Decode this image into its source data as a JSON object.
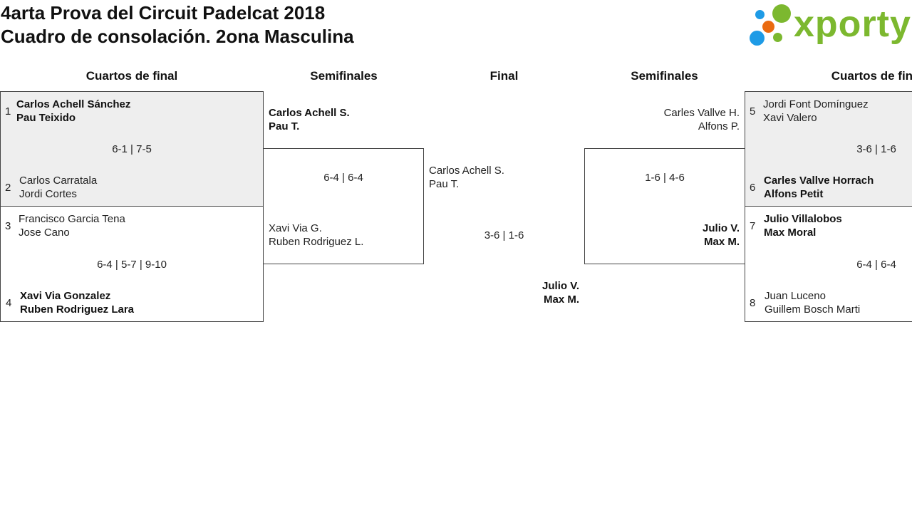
{
  "header": {
    "title_line1": "4arta Prova del Circuit Padelcat 2018",
    "title_line2": "Cuadro de consolación. 2ona Masculina"
  },
  "logo": {
    "text": "xporty",
    "colors": {
      "green": "#7cb82f",
      "blue": "#1e9be6",
      "orange": "#ea6a10"
    }
  },
  "rounds": {
    "left_quarterfinals": "Cuartos de final",
    "left_semifinals": "Semifinales",
    "final": "Final",
    "right_semifinals": "Semifinales",
    "right_quarterfinals": "Cuartos de final"
  },
  "left_quarterfinals": [
    {
      "top": {
        "seed": "1",
        "player1": "Carlos Achell Sánchez",
        "player2": "Pau Teixido"
      },
      "score": "6-1 | 7-5",
      "bottom": {
        "seed": "2",
        "player1": "Carlos Carratala",
        "player2": "Jordi Cortes"
      }
    },
    {
      "top": {
        "seed": "3",
        "player1": "Francisco Garcia Tena",
        "player2": "Jose Cano"
      },
      "score": "6-4 | 5-7 | 9-10",
      "bottom": {
        "seed": "4",
        "player1": "Xavi Via Gonzalez",
        "player2": "Ruben Rodriguez Lara"
      }
    }
  ],
  "left_semifinal": {
    "top": {
      "player1": "Carlos Achell S.",
      "player2": "Pau T."
    },
    "score": "6-4 | 6-4",
    "bottom": {
      "player1": "Xavi Via G.",
      "player2": "Ruben Rodriguez L."
    }
  },
  "final": {
    "left": {
      "player1": "Carlos Achell S.",
      "player2": "Pau T."
    },
    "score": "3-6 | 1-6",
    "right": {
      "player1": "Julio V.",
      "player2": "Max M."
    }
  },
  "right_semifinal": {
    "top": {
      "player1": "Carles Vallve H.",
      "player2": "Alfons P."
    },
    "score": "1-6 | 4-6",
    "bottom": {
      "player1": "Julio V.",
      "player2": "Max M."
    }
  },
  "right_quarterfinals": [
    {
      "top": {
        "seed": "5",
        "player1": "Jordi Font Domínguez",
        "player2": "Xavi Valero"
      },
      "score": "3-6 | 1-6",
      "bottom": {
        "seed": "6",
        "player1": "Carles Vallve Horrach",
        "player2": "Alfons Petit"
      }
    },
    {
      "top": {
        "seed": "7",
        "player1": "Julio Villalobos",
        "player2": "Max Moral"
      },
      "score": "6-4 | 6-4",
      "bottom": {
        "seed": "8",
        "player1": "Juan Luceno",
        "player2": "Guillem Bosch Marti"
      }
    }
  ]
}
